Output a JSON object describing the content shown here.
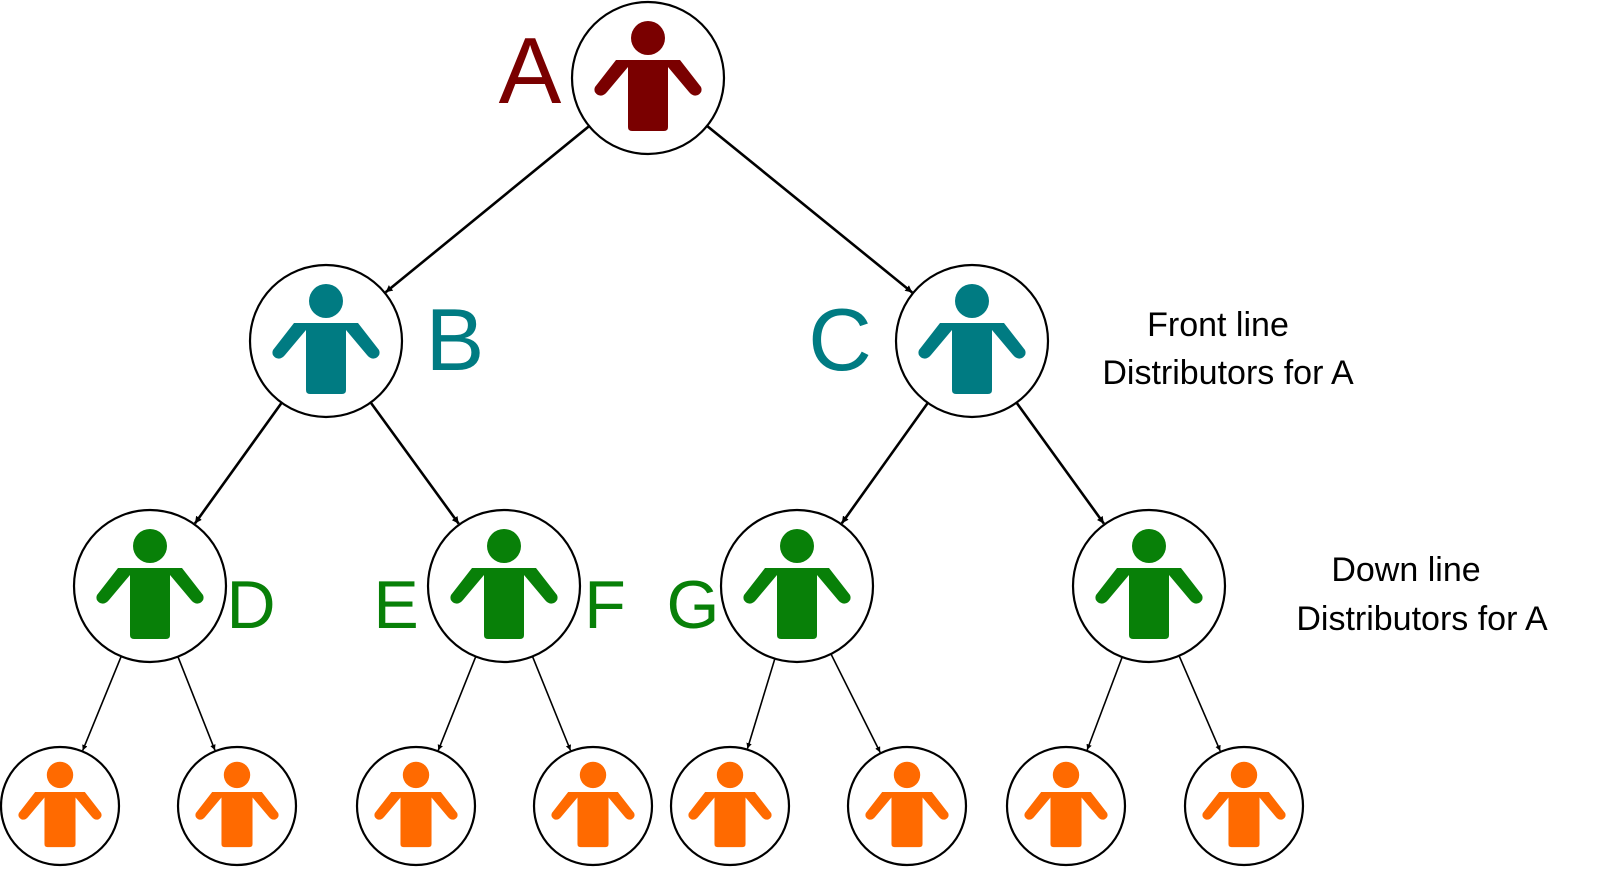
{
  "colors": {
    "top": "#7a0000",
    "front_line": "#007b82",
    "down_line": "#088008",
    "bottom": "#ff6a00",
    "stroke": "#000000"
  },
  "labels": {
    "a": "A",
    "b": "B",
    "c": "C",
    "d": "D",
    "e": "E",
    "f": "F",
    "g": "G"
  },
  "annotations": {
    "front_line_1": "Front line",
    "front_line_2": "Distributors for A",
    "down_line_1": "Down line",
    "down_line_2": "Distributors for A"
  },
  "nodes": [
    {
      "id": "A",
      "icon": "person-icon",
      "color_key": "top"
    },
    {
      "id": "B",
      "icon": "person-icon",
      "color_key": "front_line"
    },
    {
      "id": "C",
      "icon": "person-icon",
      "color_key": "front_line"
    },
    {
      "id": "D",
      "icon": "person-icon",
      "color_key": "down_line"
    },
    {
      "id": "EF",
      "icon": "person-icon",
      "color_key": "down_line"
    },
    {
      "id": "G",
      "icon": "person-icon",
      "color_key": "down_line"
    },
    {
      "id": "H",
      "icon": "person-icon",
      "color_key": "down_line"
    },
    {
      "id": "L1",
      "icon": "person-icon",
      "color_key": "bottom"
    },
    {
      "id": "L2",
      "icon": "person-icon",
      "color_key": "bottom"
    },
    {
      "id": "L3",
      "icon": "person-icon",
      "color_key": "bottom"
    },
    {
      "id": "L4",
      "icon": "person-icon",
      "color_key": "bottom"
    },
    {
      "id": "L5",
      "icon": "person-icon",
      "color_key": "bottom"
    },
    {
      "id": "L6",
      "icon": "person-icon",
      "color_key": "bottom"
    },
    {
      "id": "L7",
      "icon": "person-icon",
      "color_key": "bottom"
    },
    {
      "id": "L8",
      "icon": "person-icon",
      "color_key": "bottom"
    }
  ],
  "edges": [
    [
      "A",
      "B"
    ],
    [
      "A",
      "C"
    ],
    [
      "B",
      "D"
    ],
    [
      "B",
      "EF"
    ],
    [
      "C",
      "G"
    ],
    [
      "C",
      "H"
    ],
    [
      "D",
      "L1"
    ],
    [
      "D",
      "L2"
    ],
    [
      "EF",
      "L3"
    ],
    [
      "EF",
      "L4"
    ],
    [
      "G",
      "L5"
    ],
    [
      "G",
      "L6"
    ],
    [
      "H",
      "L7"
    ],
    [
      "H",
      "L8"
    ]
  ]
}
